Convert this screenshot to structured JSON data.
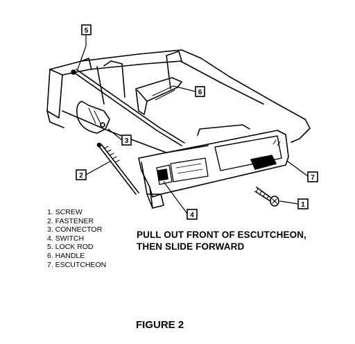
{
  "callouts": [
    {
      "number": "1"
    },
    {
      "number": "2"
    },
    {
      "number": "3"
    },
    {
      "number": "4"
    },
    {
      "number": "5"
    },
    {
      "number": "6"
    },
    {
      "number": "7"
    }
  ],
  "legend": [
    "1.  SCREW",
    "2.  FASTENER",
    "3.  CONNECTOR",
    "4.  SWITCH",
    "5.  LOCK ROD",
    "6.  HANDLE",
    "7.  ESCUTCHEON"
  ],
  "instruction": [
    "PULL OUT FRONT OF ESCUTCHEON,",
    "THEN SLIDE FORWARD"
  ],
  "figure_label": "FIGURE 2"
}
